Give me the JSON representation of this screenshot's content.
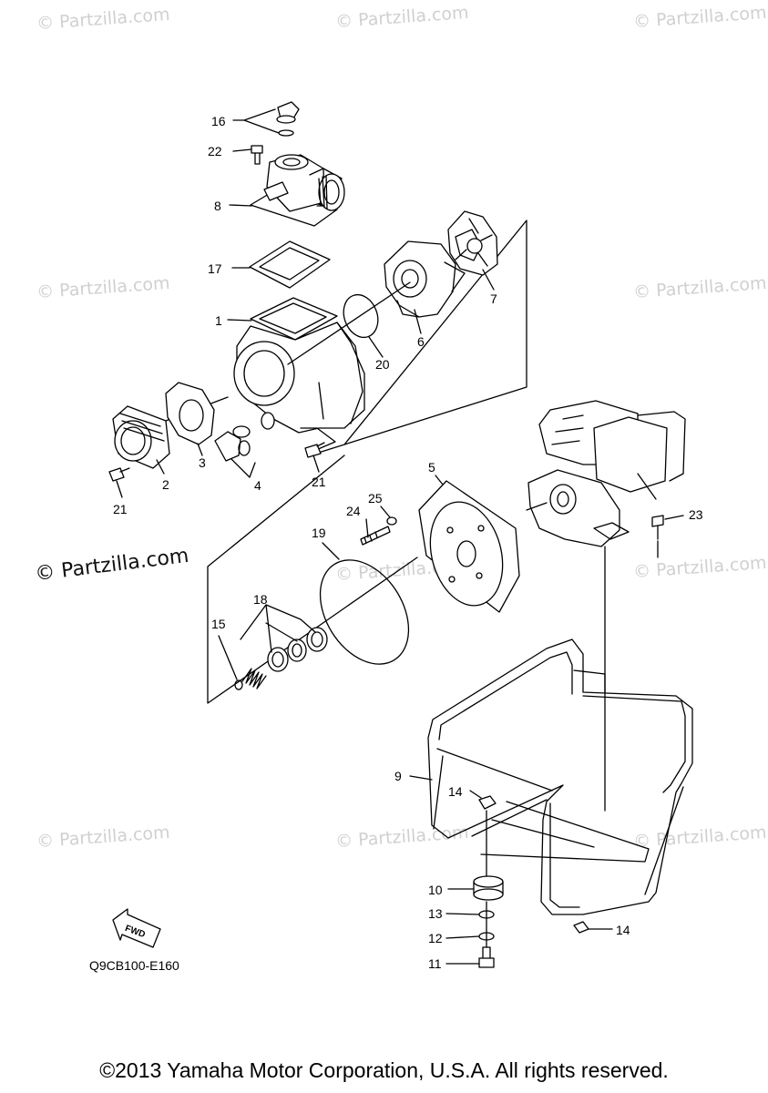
{
  "watermarks": {
    "repeat_text": "© Partzilla.com",
    "main_text": "© Partzilla.com"
  },
  "diagram": {
    "code": "Q9CB100-E160",
    "fwd_label": "FWD",
    "callouts": {
      "p1": "1",
      "p2": "2",
      "p3": "3",
      "p4": "4",
      "p5": "5",
      "p6": "6",
      "p7": "7",
      "p8": "8",
      "p9": "9",
      "p10": "10",
      "p11": "11",
      "p12": "12",
      "p13": "13",
      "p14a": "14",
      "p14b": "14",
      "p15": "15",
      "p16": "16",
      "p17": "17",
      "p18": "18",
      "p19": "19",
      "p20": "20",
      "p21a": "21",
      "p21b": "21",
      "p22": "22",
      "p23": "23",
      "p24": "24",
      "p25": "25"
    }
  },
  "footer": {
    "copyright": "©2013 Yamaha Motor Corporation, U.S.A. All rights reserved."
  }
}
